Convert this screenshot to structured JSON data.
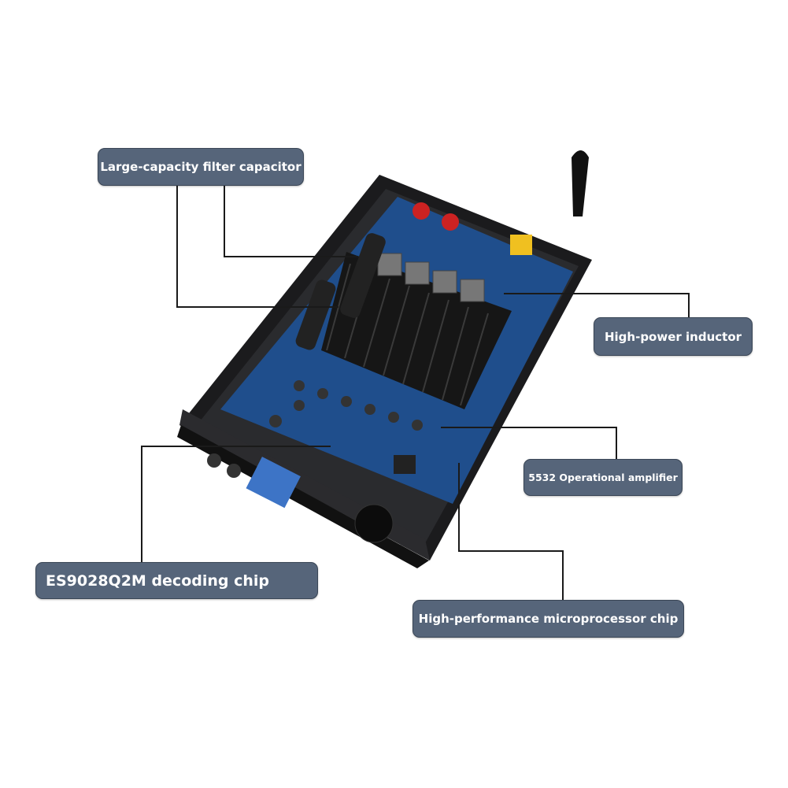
{
  "labels": {
    "filter_capacitor": "Large-capacity filter capacitor",
    "inductor": "High-power inductor",
    "op_amp": "5532 Operational amplifier",
    "decoding_chip": "ES9028Q2M decoding chip",
    "microprocessor": "High-performance microprocessor chip"
  },
  "colors": {
    "label_bg": "#56657a",
    "pcb": "#1f4e8c",
    "chassis": "#1b1b1d"
  }
}
